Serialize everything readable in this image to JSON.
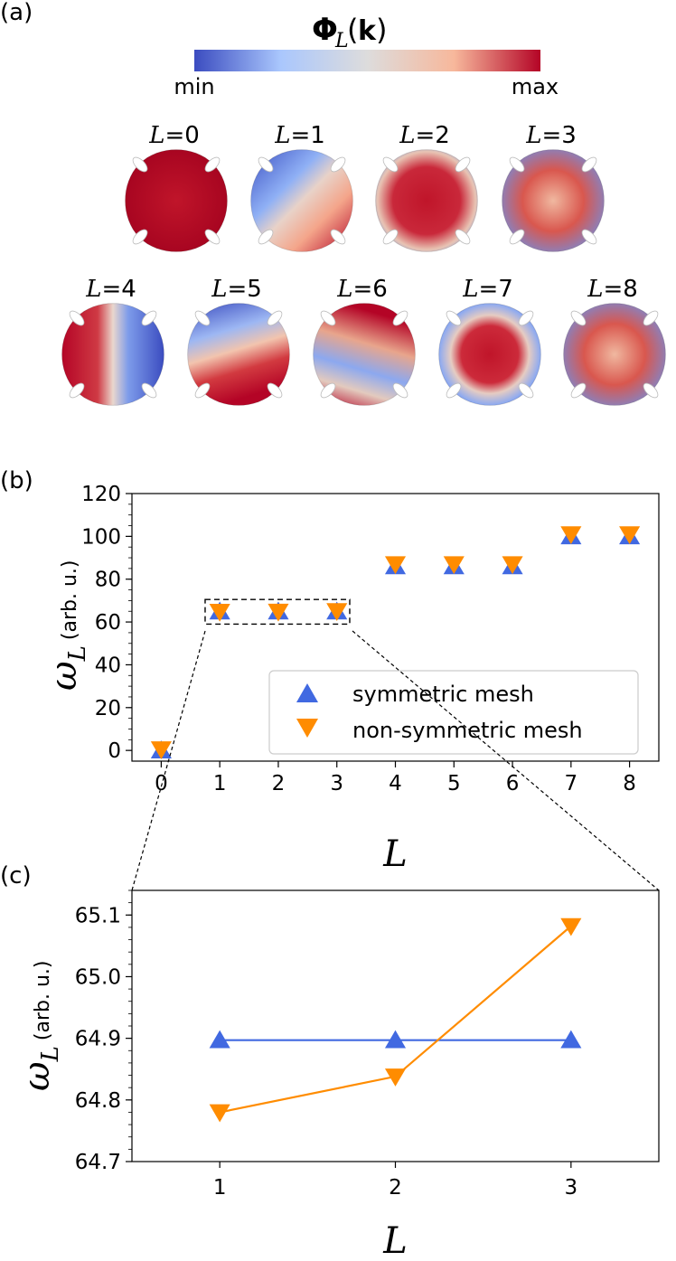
{
  "panel_a": {
    "label": "(a)",
    "colorbar": {
      "title_symbol": "Φ",
      "title_sub": "L",
      "title_arg": "k",
      "min_label": "min",
      "max_label": "max",
      "colors": [
        "#3b4cc0",
        "#aac7fd",
        "#dddcdc",
        "#f7b89c",
        "#b40426"
      ]
    },
    "spheres": [
      {
        "label": "L",
        "eq": "=0",
        "style": "red"
      },
      {
        "label": "L",
        "eq": "=1",
        "style": "diag"
      },
      {
        "label": "L",
        "eq": "=2",
        "style": "center-red"
      },
      {
        "label": "L",
        "eq": "=3",
        "style": "x-red"
      },
      {
        "label": "L",
        "eq": "=4",
        "style": "split"
      },
      {
        "label": "L",
        "eq": "=5",
        "style": "band"
      },
      {
        "label": "L",
        "eq": "=6",
        "style": "band2"
      },
      {
        "label": "L",
        "eq": "=7",
        "style": "center-red-blue"
      },
      {
        "label": "L",
        "eq": "=8",
        "style": "x-red"
      }
    ]
  },
  "panel_b": {
    "label": "(b)"
  },
  "panel_c": {
    "label": "(c)"
  },
  "chart_data": [
    {
      "type": "scatter",
      "panel": "b",
      "xlabel": "L",
      "ylabel_symbol": "ω",
      "ylabel_sub": "L",
      "ylabel_unit": "(arb. u.)",
      "xlim": [
        -0.5,
        8.5
      ],
      "ylim": [
        -5,
        120
      ],
      "xticks": [
        0,
        1,
        2,
        3,
        4,
        5,
        6,
        7,
        8
      ],
      "yticks": [
        0,
        20,
        40,
        60,
        80,
        100,
        120
      ],
      "series": [
        {
          "name": "symmetric mesh",
          "marker": "triangle-up",
          "color": "#4169e1",
          "x": [
            0,
            1,
            2,
            3,
            4,
            5,
            6,
            7,
            8
          ],
          "y": [
            0,
            64.9,
            64.9,
            64.9,
            86,
            86,
            86,
            100,
            100
          ]
        },
        {
          "name": "non-symmetric mesh",
          "marker": "triangle-down",
          "color": "#ff8c00",
          "x": [
            0,
            1,
            2,
            3,
            4,
            5,
            6,
            7,
            8
          ],
          "y": [
            0.5,
            64.78,
            64.84,
            65.08,
            87,
            87,
            87,
            101,
            101
          ]
        }
      ],
      "legend": "right-middle"
    },
    {
      "type": "line",
      "panel": "c",
      "xlabel": "L",
      "ylabel_symbol": "ω",
      "ylabel_sub": "L",
      "ylabel_unit": "(arb. u.)",
      "xlim": [
        0.5,
        3.5
      ],
      "ylim": [
        64.7,
        65.14
      ],
      "xticks": [
        1,
        2,
        3
      ],
      "yticks": [
        "64.7",
        "64.8",
        "64.9",
        "65.0",
        "65.1"
      ],
      "series": [
        {
          "name": "symmetric mesh",
          "marker": "triangle-up",
          "color": "#4169e1",
          "x": [
            1,
            2,
            3
          ],
          "y": [
            64.897,
            64.897,
            64.897
          ]
        },
        {
          "name": "non-symmetric mesh",
          "marker": "triangle-down",
          "color": "#ff8c00",
          "x": [
            1,
            2,
            3
          ],
          "y": [
            64.78,
            64.838,
            65.082
          ]
        }
      ]
    }
  ]
}
